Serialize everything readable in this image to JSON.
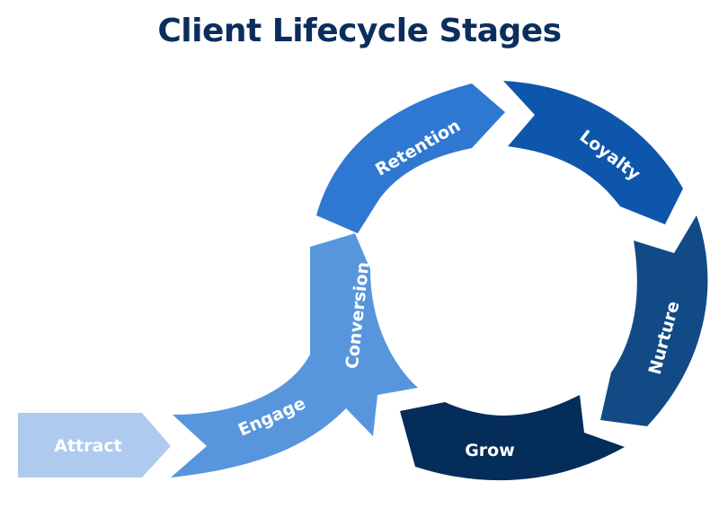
{
  "title": "Client Lifecycle Stages",
  "stages": [
    {
      "id": "attract",
      "label": "Attract",
      "color": "#aecbef"
    },
    {
      "id": "engage",
      "label": "Engage",
      "color": "#5796dc"
    },
    {
      "id": "conversion",
      "label": "Conversion",
      "color": "#5796dc"
    },
    {
      "id": "retention",
      "label": "Retention",
      "color": "#2f78d2"
    },
    {
      "id": "loyalty",
      "label": "Loyalty",
      "color": "#0e56ac"
    },
    {
      "id": "nurture",
      "label": "Nurture",
      "color": "#124a85"
    },
    {
      "id": "grow",
      "label": "Grow",
      "color": "#052d5a"
    }
  ]
}
